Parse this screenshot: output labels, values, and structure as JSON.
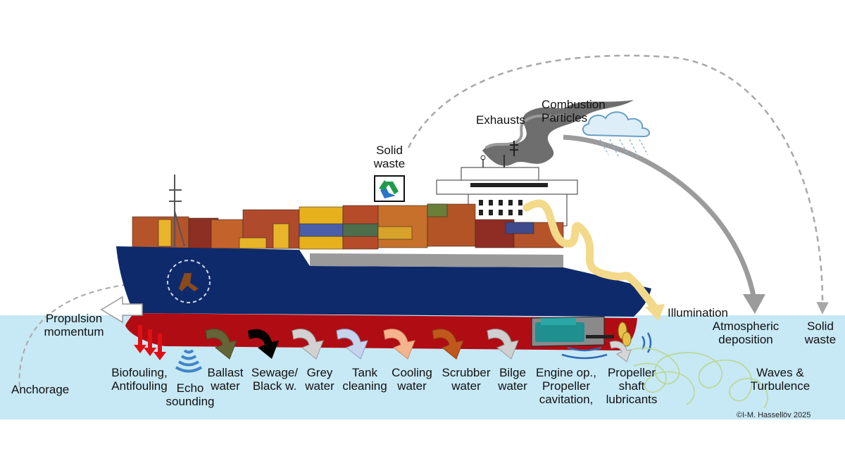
{
  "labels": {
    "solid_waste_top": [
      "Solid",
      "waste"
    ],
    "exhausts": "Exhausts",
    "combustion": [
      "Combustion",
      "Particles"
    ],
    "propulsion": [
      "Propulsion",
      "momentum"
    ],
    "anchorage": "Anchorage",
    "illumination": "Illumination",
    "atmospheric": [
      "Atmospheric",
      "deposition"
    ],
    "solid_waste_right": [
      "Solid",
      "waste"
    ],
    "biofouling": [
      "Biofouling,",
      "Antifouling"
    ],
    "echo": [
      "Echo",
      "sounding"
    ],
    "ballast": [
      "Ballast",
      "water"
    ],
    "sewage": [
      "Sewage/",
      "Black w."
    ],
    "grey": [
      "Grey",
      "water"
    ],
    "tank": [
      "Tank",
      "cleaning"
    ],
    "cooling": [
      "Cooling",
      "water"
    ],
    "scrubber": [
      "Scrubber",
      "water"
    ],
    "bilge": [
      "Bilge",
      "water"
    ],
    "engine": [
      "Engine op.,",
      "Propeller",
      "cavitation,"
    ],
    "propeller_shaft": [
      "Propeller",
      "shaft",
      "lubricants"
    ],
    "waves": [
      "Waves &",
      "Turbulence"
    ],
    "copyright": "©I-M. Hassellöv 2025"
  },
  "icons": [
    "recycle-icon",
    "anchor-icon",
    "cloud-icon",
    "engine-icon",
    "propeller-icon",
    "echo-sound-icon",
    "antenna-icon"
  ],
  "colors": {
    "sea": "#c7e8f5",
    "hull_blue": "#0e2a6b",
    "hull_red": "#b00c14",
    "ballast_arrow": "#646436",
    "sewage_arrow": "#000000",
    "grey_arrow": "#d2d2d2",
    "tank_arrow": "#c6d4ee",
    "cooling_arrow": "#f5b48e",
    "scrubber_arrow": "#c0581c",
    "bilge_arrow": "#cfcfcf",
    "illumination": "#f3d98a",
    "exhaust": "#6a6a6a",
    "engine": "#1f8f8f"
  }
}
